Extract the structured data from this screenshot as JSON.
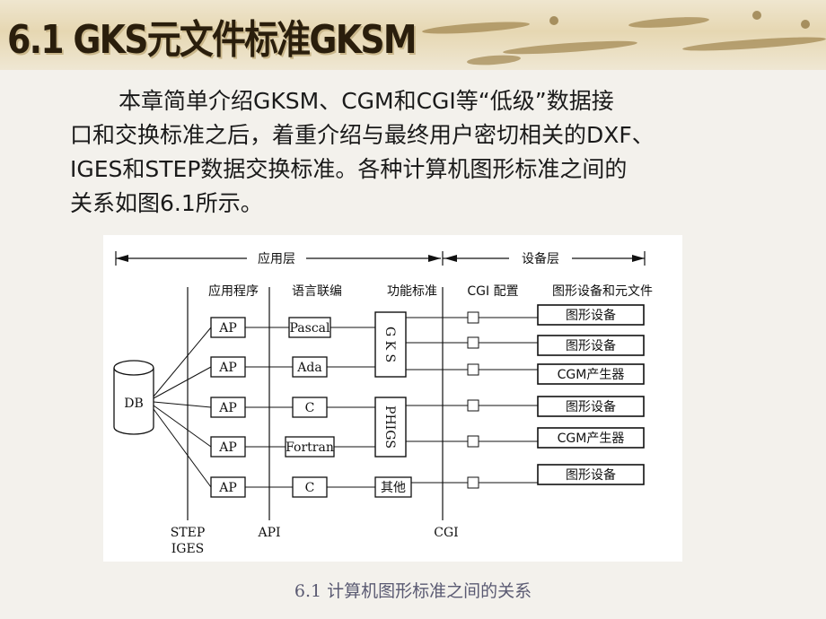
{
  "title": "6.1 GKS元文件标准GKSM",
  "paragraph_lines": [
    "本章简单介绍GKSM、CGM和CGI等“低级”数据接",
    "口和交换标准之后，着重介绍与最终用户密切相关的DXF、",
    "IGES和STEP数据交换标准。各种计算机图形标准之间的",
    "关系如图6.1所示。"
  ],
  "diagram": {
    "top_labels": {
      "app_layer": "应用层",
      "device_layer": "设备层"
    },
    "column_headers": {
      "app_programs": "应用程序",
      "language_binding": "语言联编",
      "functional_standard": "功能标准",
      "cgi_config": "CGI 配置",
      "graphic_devices": "图形设备和元文件"
    },
    "db": "DB",
    "ap_label": "AP",
    "bindings": [
      "Pascal",
      "Ada",
      "C",
      "Fortran",
      "C"
    ],
    "functional": {
      "gks": "G K S",
      "phigs": "PHIGS",
      "other": "其他"
    },
    "devices": [
      "图形设备",
      "图形设备",
      "CGM产生器",
      "图形设备",
      "CGM产生器",
      "图形设备"
    ],
    "bottom_labels": {
      "step": "STEP",
      "iges": "IGES",
      "api": "API",
      "cgi": "CGI"
    }
  },
  "caption": "6.1  计算机图形标准之间的关系"
}
